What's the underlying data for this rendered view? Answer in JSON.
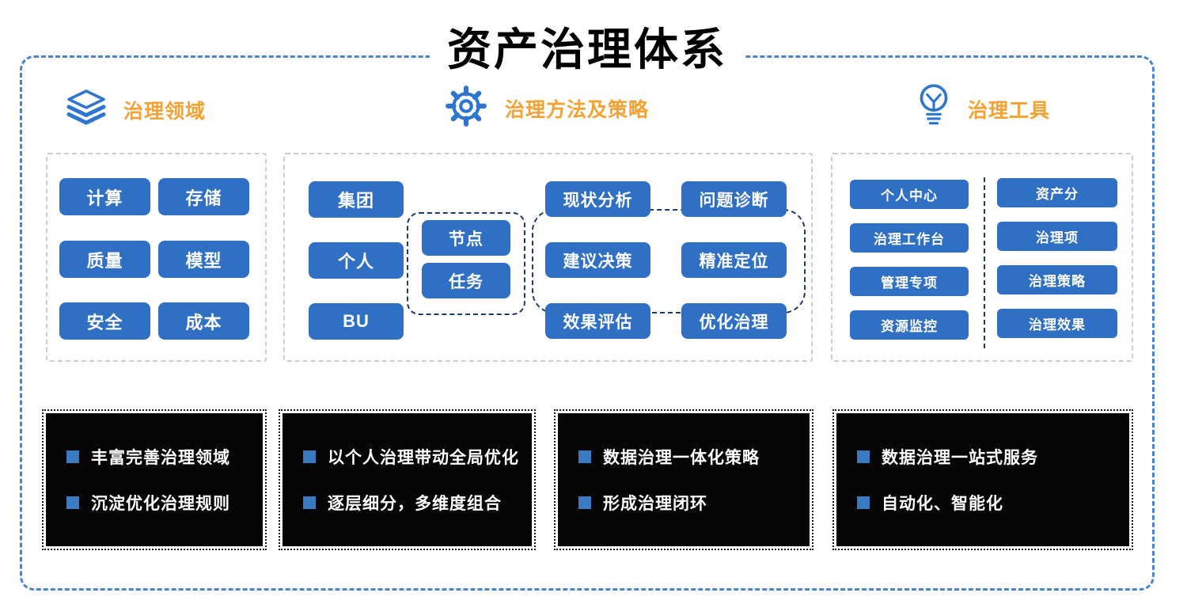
{
  "title": "资产治理体系",
  "sections": {
    "domains": {
      "label": "治理领域",
      "icon": "layers-icon",
      "buttons": [
        "计算",
        "存储",
        "质量",
        "模型",
        "安全",
        "成本"
      ]
    },
    "methods": {
      "label": "治理方法及策略",
      "icon": "gear-icon",
      "org_buttons": [
        "集团",
        "个人",
        "BU"
      ],
      "node_buttons": [
        "节点",
        "任务"
      ],
      "process_buttons": [
        "现状分析",
        "问题诊断",
        "建议决策",
        "精准定位",
        "效果评估",
        "优化治理"
      ]
    },
    "tools": {
      "label": "治理工具",
      "icon": "bulb-icon",
      "left_buttons": [
        "个人中心",
        "治理工作台",
        "管理专项",
        "资源监控"
      ],
      "right_buttons": [
        "资产分",
        "治理项",
        "治理策略",
        "治理效果"
      ]
    }
  },
  "summaries": [
    [
      "丰富完善治理领域",
      "沉淀优化治理规则"
    ],
    [
      "以个人治理带动全局优化",
      "逐层细分，多维度组合"
    ],
    [
      "数据治理一体化策略",
      "形成治理闭环"
    ],
    [
      "数据治理一站式服务",
      "自动化、智能化"
    ]
  ],
  "colors": {
    "chip_blue": "#2f70c5",
    "accent_orange": "#f3a233",
    "frame_blue": "#4d83cc",
    "dark_navy_dash": "#1e3a6d",
    "bullet_blue": "#3a7ac1",
    "panel_border_gray": "#cdcdcd",
    "summary_bg": "#050505"
  }
}
